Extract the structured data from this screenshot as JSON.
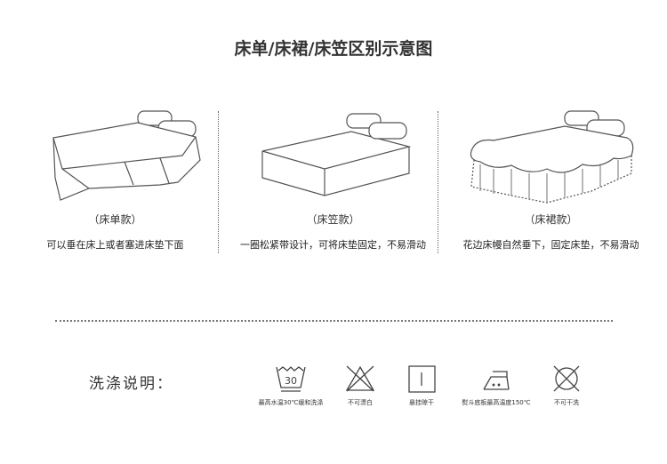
{
  "title": "床单/床裙/床笠区别示意图",
  "types": [
    {
      "caption": "（床单款）",
      "description": "可以垂在床上或者塞进床垫下面",
      "icon": "flat-sheet-bed-icon"
    },
    {
      "caption": "（床笠款）",
      "description": "一圈松紧带设计，可将床垫固定，不易滑动",
      "icon": "fitted-sheet-bed-icon"
    },
    {
      "caption": "（床裙款）",
      "description": "花边床幔自然垂下，固定床垫，不易滑动",
      "icon": "bed-skirt-bed-icon"
    }
  ],
  "wash": {
    "label": "洗涤说明：",
    "items": [
      {
        "icon": "wash-30-icon",
        "text": "最高水温30℃缓和洗涤",
        "temp": "30"
      },
      {
        "icon": "no-bleach-icon",
        "text": "不可漂白"
      },
      {
        "icon": "hang-dry-icon",
        "text": "悬挂晾干"
      },
      {
        "icon": "iron-icon",
        "text": "熨斗底板最高温度150℃"
      },
      {
        "icon": "no-dry-clean-icon",
        "text": "不可干洗"
      }
    ]
  }
}
